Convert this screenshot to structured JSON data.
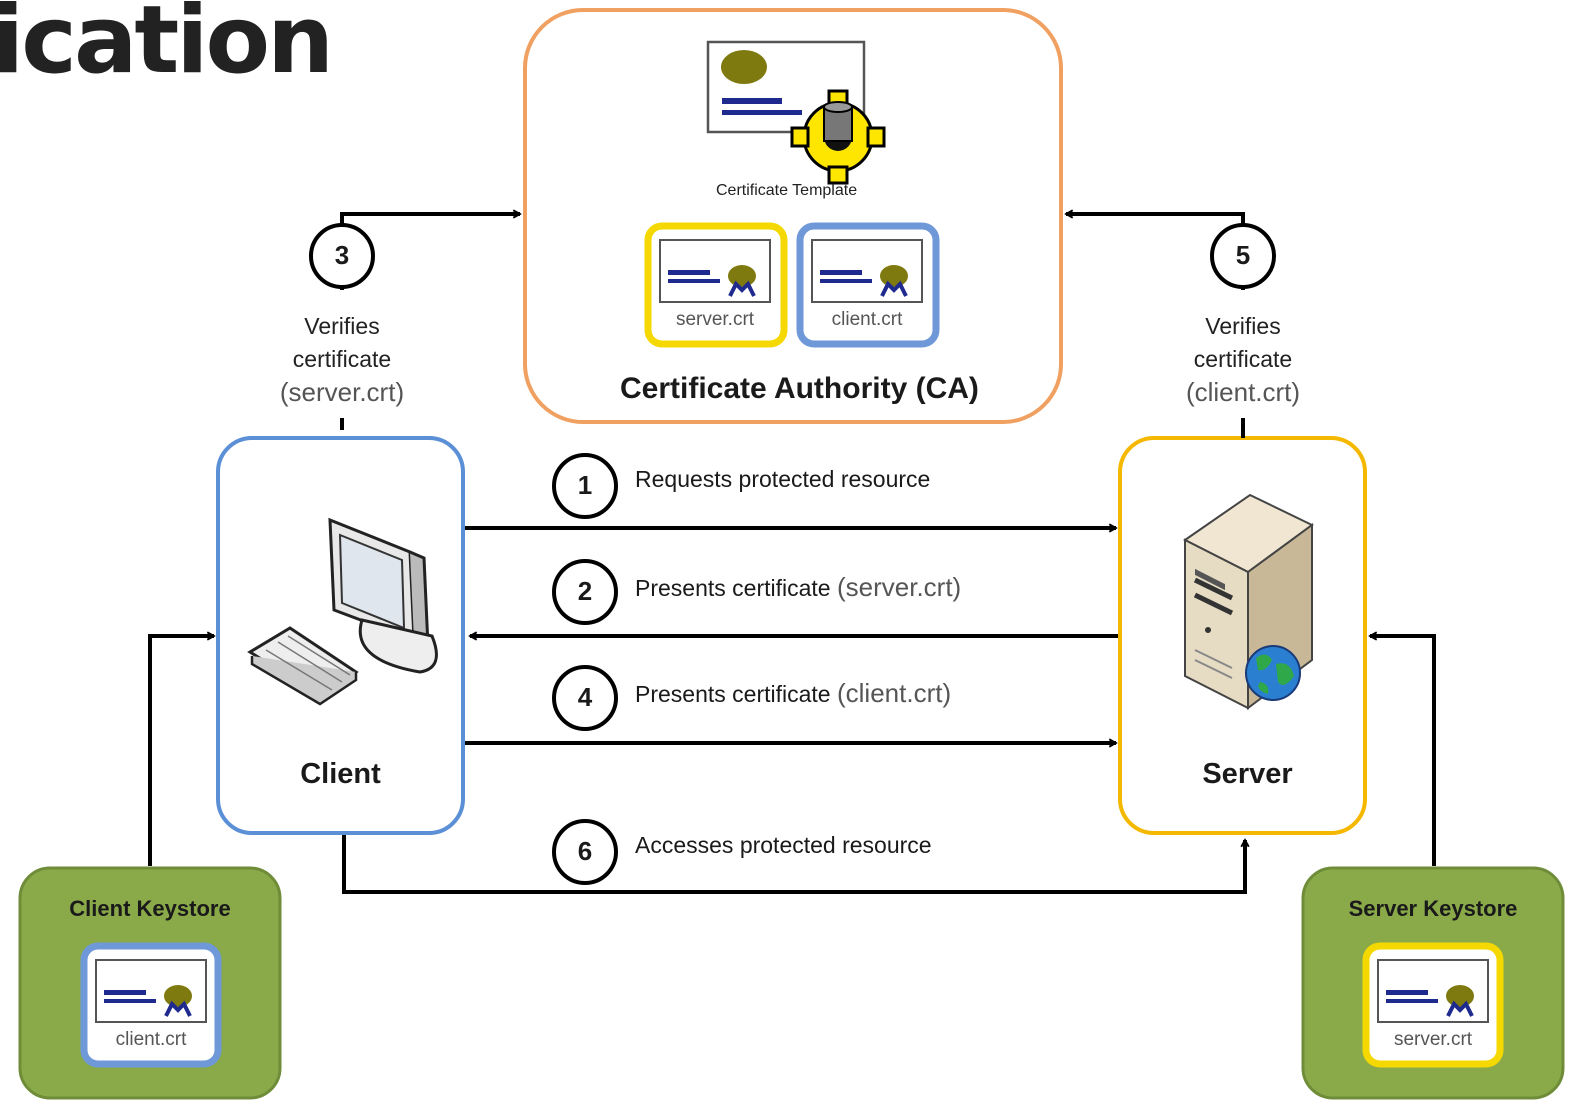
{
  "title": "ication",
  "ca": {
    "title": "Certificate Authority (CA)",
    "template_label": "Certificate Template",
    "server_cert_label": "server.crt",
    "client_cert_label": "client.crt"
  },
  "client": {
    "title": "Client"
  },
  "server": {
    "title": "Server"
  },
  "client_keystore": {
    "title": "Client Keystore",
    "cert_label": "client.crt"
  },
  "server_keystore": {
    "title": "Server Keystore",
    "cert_label": "server.crt"
  },
  "steps": [
    {
      "number": "1",
      "text": "Requests protected resource",
      "paren": ""
    },
    {
      "number": "2",
      "text": "Presents certificate",
      "paren": "(server.crt)"
    },
    {
      "number": "3",
      "line1": "Verifies",
      "line2": "certificate",
      "paren": "(server.crt)"
    },
    {
      "number": "4",
      "text": "Presents certificate",
      "paren": "(client.crt)"
    },
    {
      "number": "5",
      "line1": "Verifies",
      "line2": "certificate",
      "paren": "(client.crt)"
    },
    {
      "number": "6",
      "text": "Accesses protected resource",
      "paren": ""
    }
  ],
  "colors": {
    "ca_border": "#f0a060",
    "client_border": "#5b8fd6",
    "server_border": "#f5b800",
    "keystore_fill": "#8aaa4a",
    "keystore_border": "#6f8d38",
    "cert_seal": "#7f7a10",
    "cert_lines": "#1f2a8f"
  }
}
